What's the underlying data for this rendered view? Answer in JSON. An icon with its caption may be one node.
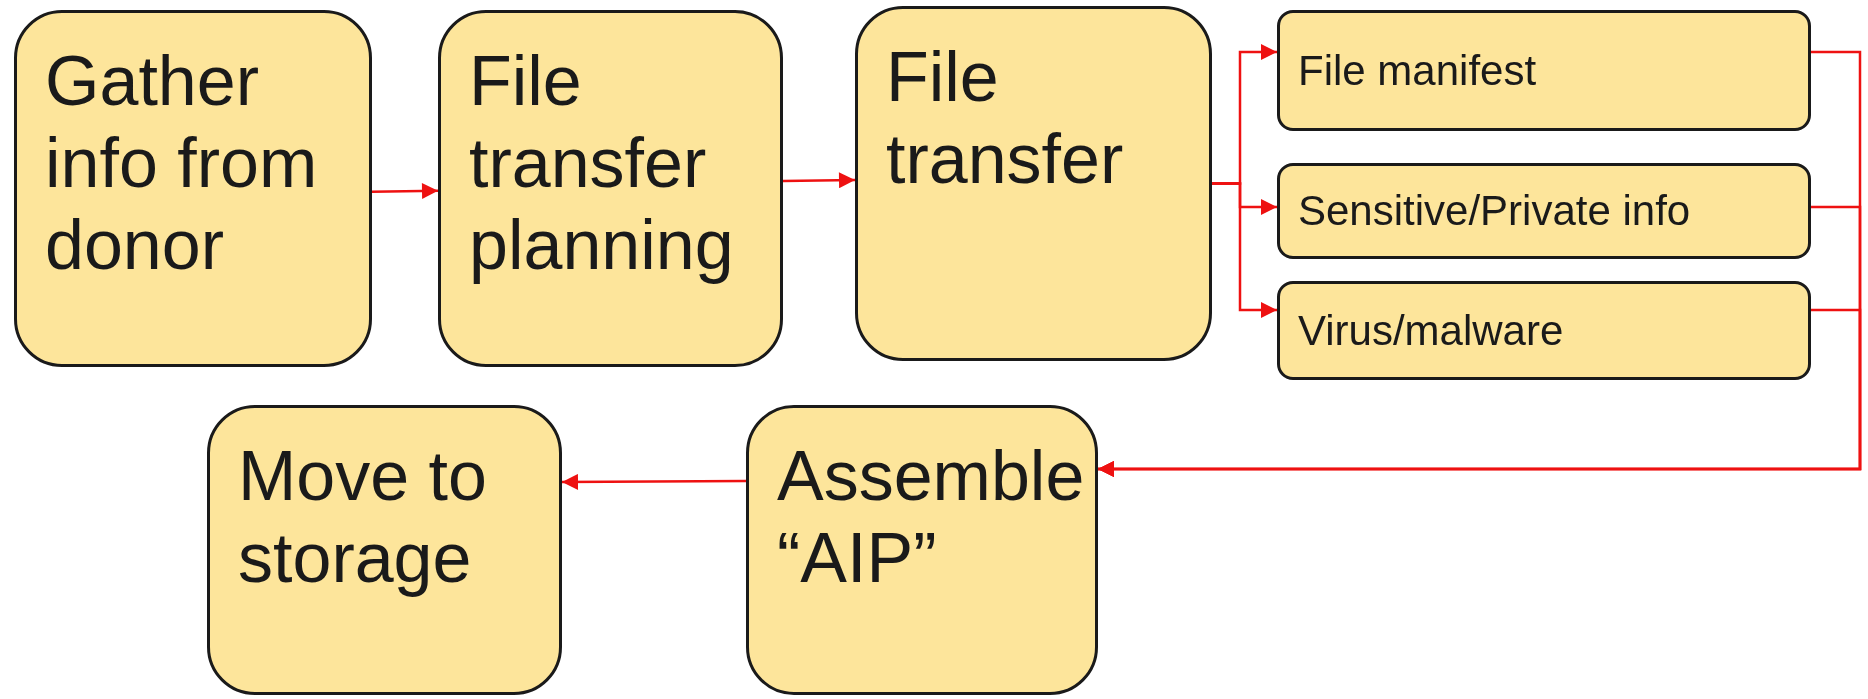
{
  "diagram": {
    "nodes": [
      {
        "text": [
          "Gather info from donor"
        ]
      },
      {
        "text": [
          "File transfer planning"
        ]
      },
      {
        "text": [
          "File transfer"
        ]
      },
      {
        "text": [
          "File manifest"
        ]
      },
      {
        "text": [
          "Sensitive/Private info"
        ]
      },
      {
        "text": [
          "Virus/malware"
        ]
      },
      {
        "text": [
          "Assemble “AIP”"
        ]
      },
      {
        "text": [
          "Move to storage"
        ]
      }
    ],
    "edges": [
      {
        "from": 0,
        "to": 1,
        "arrow": "to"
      },
      {
        "from": 1,
        "to": 2,
        "arrow": "to"
      },
      {
        "from": 2,
        "to": 3,
        "arrow": "to"
      },
      {
        "from": 2,
        "to": 4,
        "arrow": "to"
      },
      {
        "from": 2,
        "to": 5,
        "arrow": "to"
      },
      {
        "from": 3,
        "to": 6,
        "arrow": "to"
      },
      {
        "from": 4,
        "to": 6,
        "arrow": "to"
      },
      {
        "from": 5,
        "to": 6,
        "arrow": "to"
      },
      {
        "from": 6,
        "to": 7,
        "arrow": "to"
      }
    ]
  }
}
